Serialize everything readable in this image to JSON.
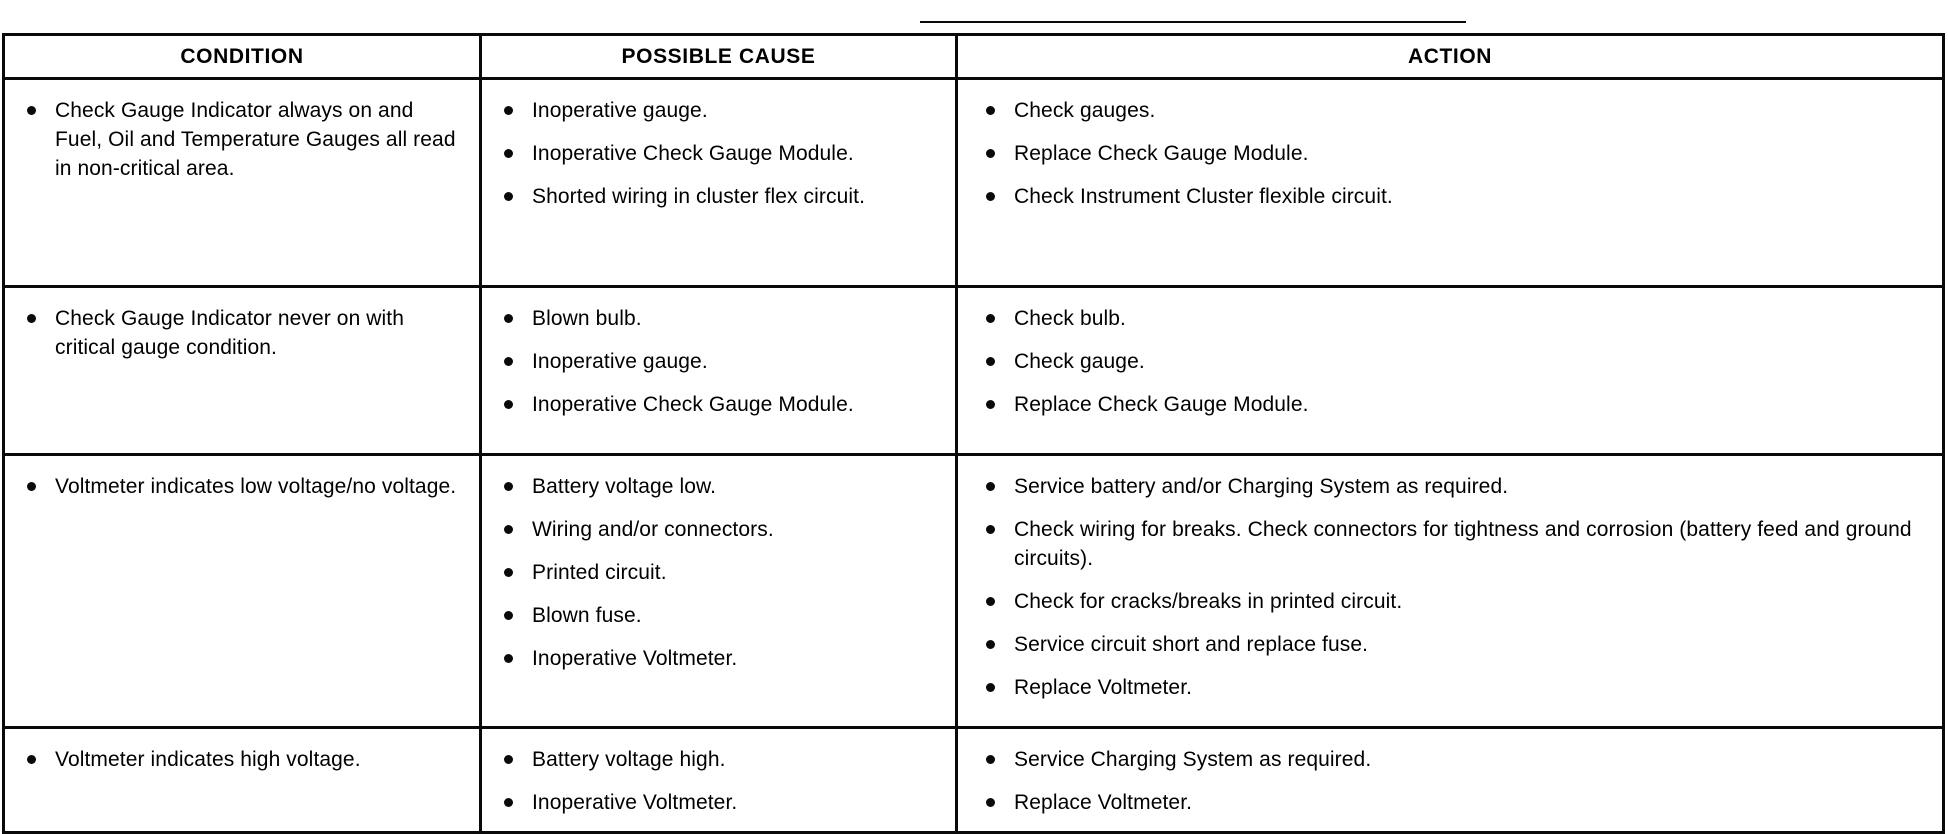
{
  "page": {
    "top_rule": true
  },
  "table": {
    "headers": [
      "CONDITION",
      "POSSIBLE CAUSE",
      "ACTION"
    ],
    "rows": [
      {
        "condition": [
          "Check Gauge Indicator always on and Fuel, Oil and Temperature Gauges all read in non-critical area."
        ],
        "possible_cause": [
          "Inoperative gauge.",
          "Inoperative Check Gauge Module.",
          "Shorted wiring in cluster flex circuit."
        ],
        "action": [
          "Check gauges.",
          "Replace Check Gauge Module.",
          "Check Instrument Cluster flexible circuit."
        ]
      },
      {
        "condition": [
          "Check Gauge Indicator never on with critical gauge condition."
        ],
        "possible_cause": [
          "Blown bulb.",
          "Inoperative gauge.",
          "Inoperative Check Gauge Module."
        ],
        "action": [
          "Check bulb.",
          "Check gauge.",
          "Replace Check Gauge Module."
        ]
      },
      {
        "condition": [
          "Voltmeter indicates low voltage/no voltage."
        ],
        "possible_cause": [
          "Battery voltage low.",
          "Wiring and/or connectors.",
          "Printed circuit.",
          "Blown fuse.",
          "Inoperative Voltmeter."
        ],
        "action": [
          "Service battery and/or Charging System as required.",
          "Check wiring for breaks. Check connectors for tightness and corrosion (battery feed and ground circuits).",
          "Check for cracks/breaks in printed circuit.",
          "Service circuit short and replace fuse.",
          "Replace Voltmeter."
        ]
      },
      {
        "condition": [
          "Voltmeter indicates high voltage."
        ],
        "possible_cause": [
          "Battery voltage high.",
          "Inoperative Voltmeter."
        ],
        "action": [
          "Service Charging System as required.",
          "Replace Voltmeter."
        ]
      }
    ]
  },
  "colors": {
    "ink": "#0a0a0a",
    "paper": "#ffffff"
  }
}
